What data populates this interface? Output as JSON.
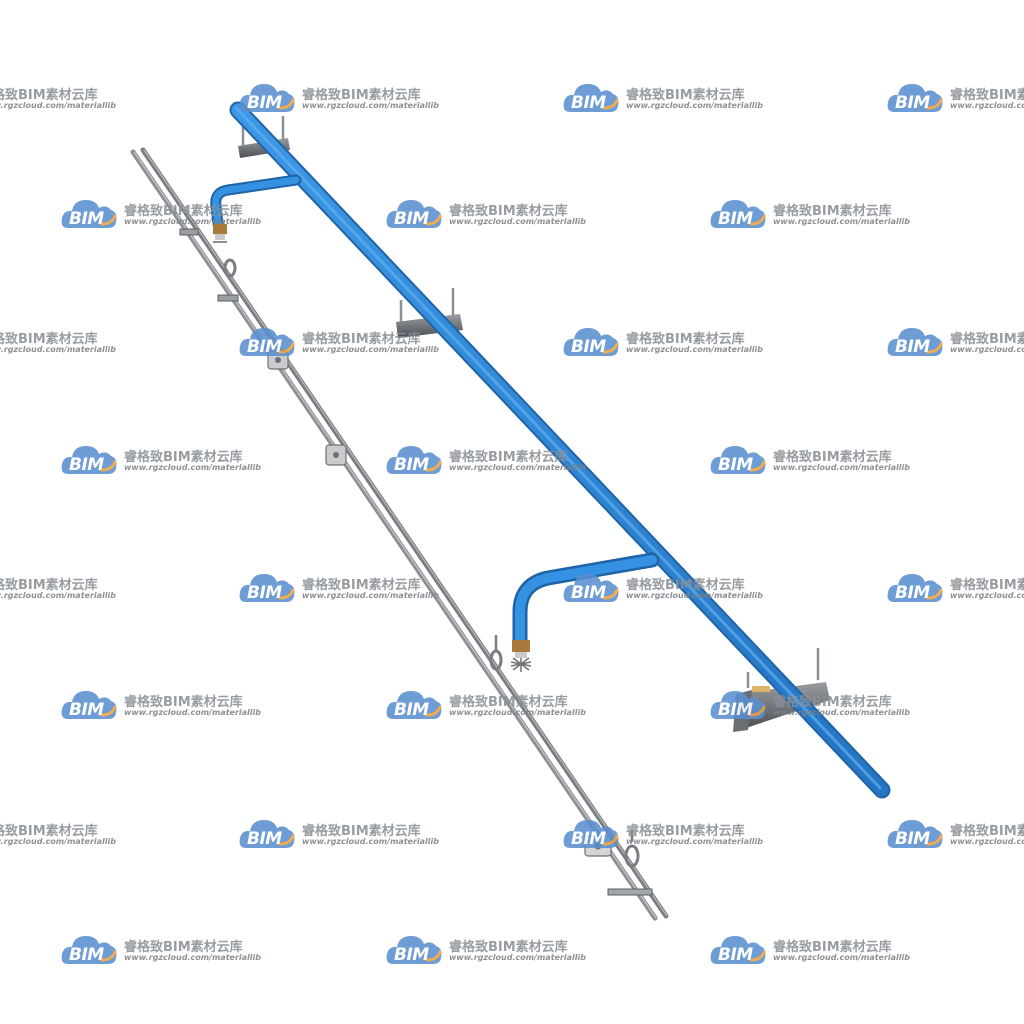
{
  "watermark": {
    "logo_text": "BIM",
    "brand_text": "睿格致BIM素材云库",
    "url_text": "www.rgzcloud.com/materiallib",
    "cloud_color": "#5b8fd0",
    "accent_color": "#f0a13a"
  },
  "colors": {
    "pipe": "#2f86d6",
    "pipe_dark": "#1f63a8",
    "rod": "#8c8f93",
    "bracket": "#5b5e63",
    "sprinkler_brass": "#a87b3c"
  },
  "model": {
    "pipe_label": "",
    "components": [
      "main-pipe",
      "branch-pipe",
      "sprinkler-head",
      "support-bracket",
      "threaded-rod",
      "pipe-clamp"
    ]
  }
}
